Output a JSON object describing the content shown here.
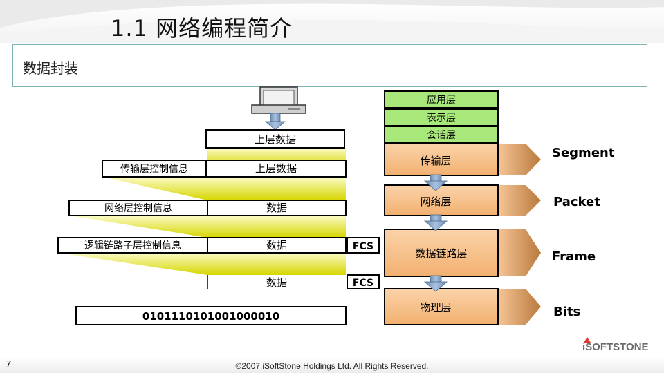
{
  "slide": {
    "title": "1.1 网络编程简介",
    "subtitle": "数据封装",
    "page_number": "7",
    "copyright": "©2007 iSoftStone Holdings Ltd. All Rights Reserved.",
    "brand": "iSOFTSTONE"
  },
  "encapsulation": {
    "upper_data": "上层数据",
    "row1_header": "传输层控制信息",
    "row1_data": "上层数据",
    "row2_header": "网络层控制信息",
    "row2_data": "数据",
    "row3_header": "逻辑链路子层控制信息",
    "row3_data": "数据",
    "row3_trailer": "FCS",
    "row4_data": "数据",
    "row4_trailer": "FCS",
    "bits": "0101110101001000010"
  },
  "layers": {
    "application": "应用层",
    "presentation": "表示层",
    "session": "会话层",
    "transport": "传输层",
    "network": "网络层",
    "datalink": "数据链路层",
    "physical": "物理层"
  },
  "pdus": {
    "segment": "Segment",
    "packet": "Packet",
    "frame": "Frame",
    "bits": "Bits"
  },
  "colors": {
    "green": "#a8e87a",
    "orange": "#f7c08a",
    "yellow": "#e6e600",
    "arrow": "#8aa6c8"
  }
}
